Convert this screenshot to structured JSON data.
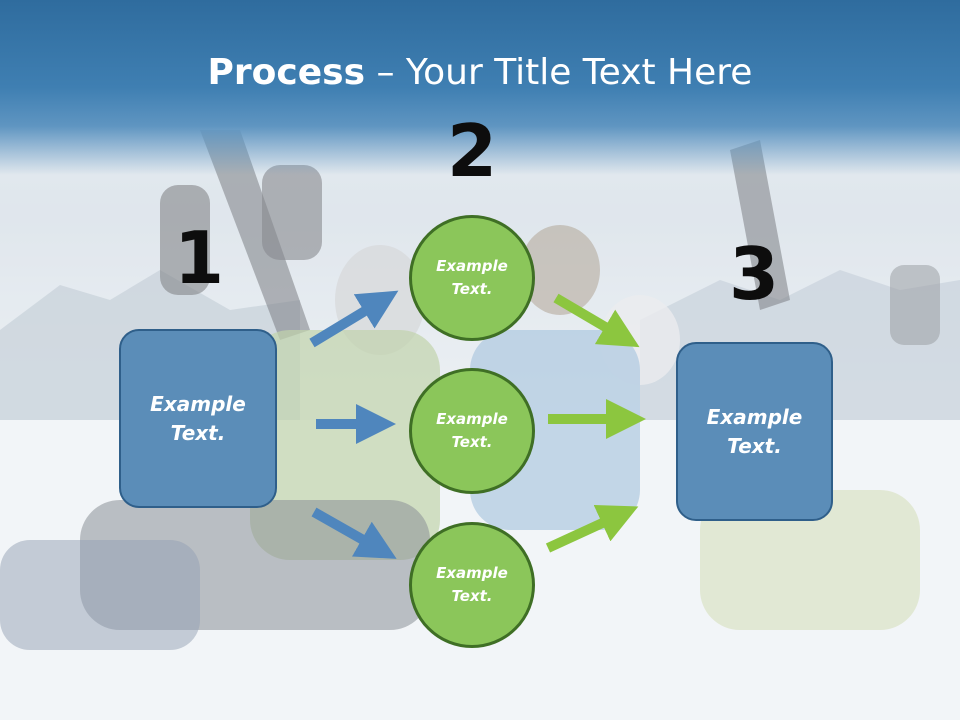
{
  "slide": {
    "title_bold": "Process",
    "title_rest": " – Your Title Text Here",
    "numbers": [
      "1",
      "2",
      "3"
    ],
    "left_box": "Example\nText.",
    "right_box": "Example\nText.",
    "circles": [
      "Example\nText.",
      "Example\nText.",
      "Example\nText."
    ]
  },
  "colors": {
    "header": "#3f7fb2",
    "box_fill": "#5b8db8",
    "circle_fill": "#8bc65a",
    "blue_arrow": "#4f86bd",
    "green_arrow": "#8cc63f"
  }
}
